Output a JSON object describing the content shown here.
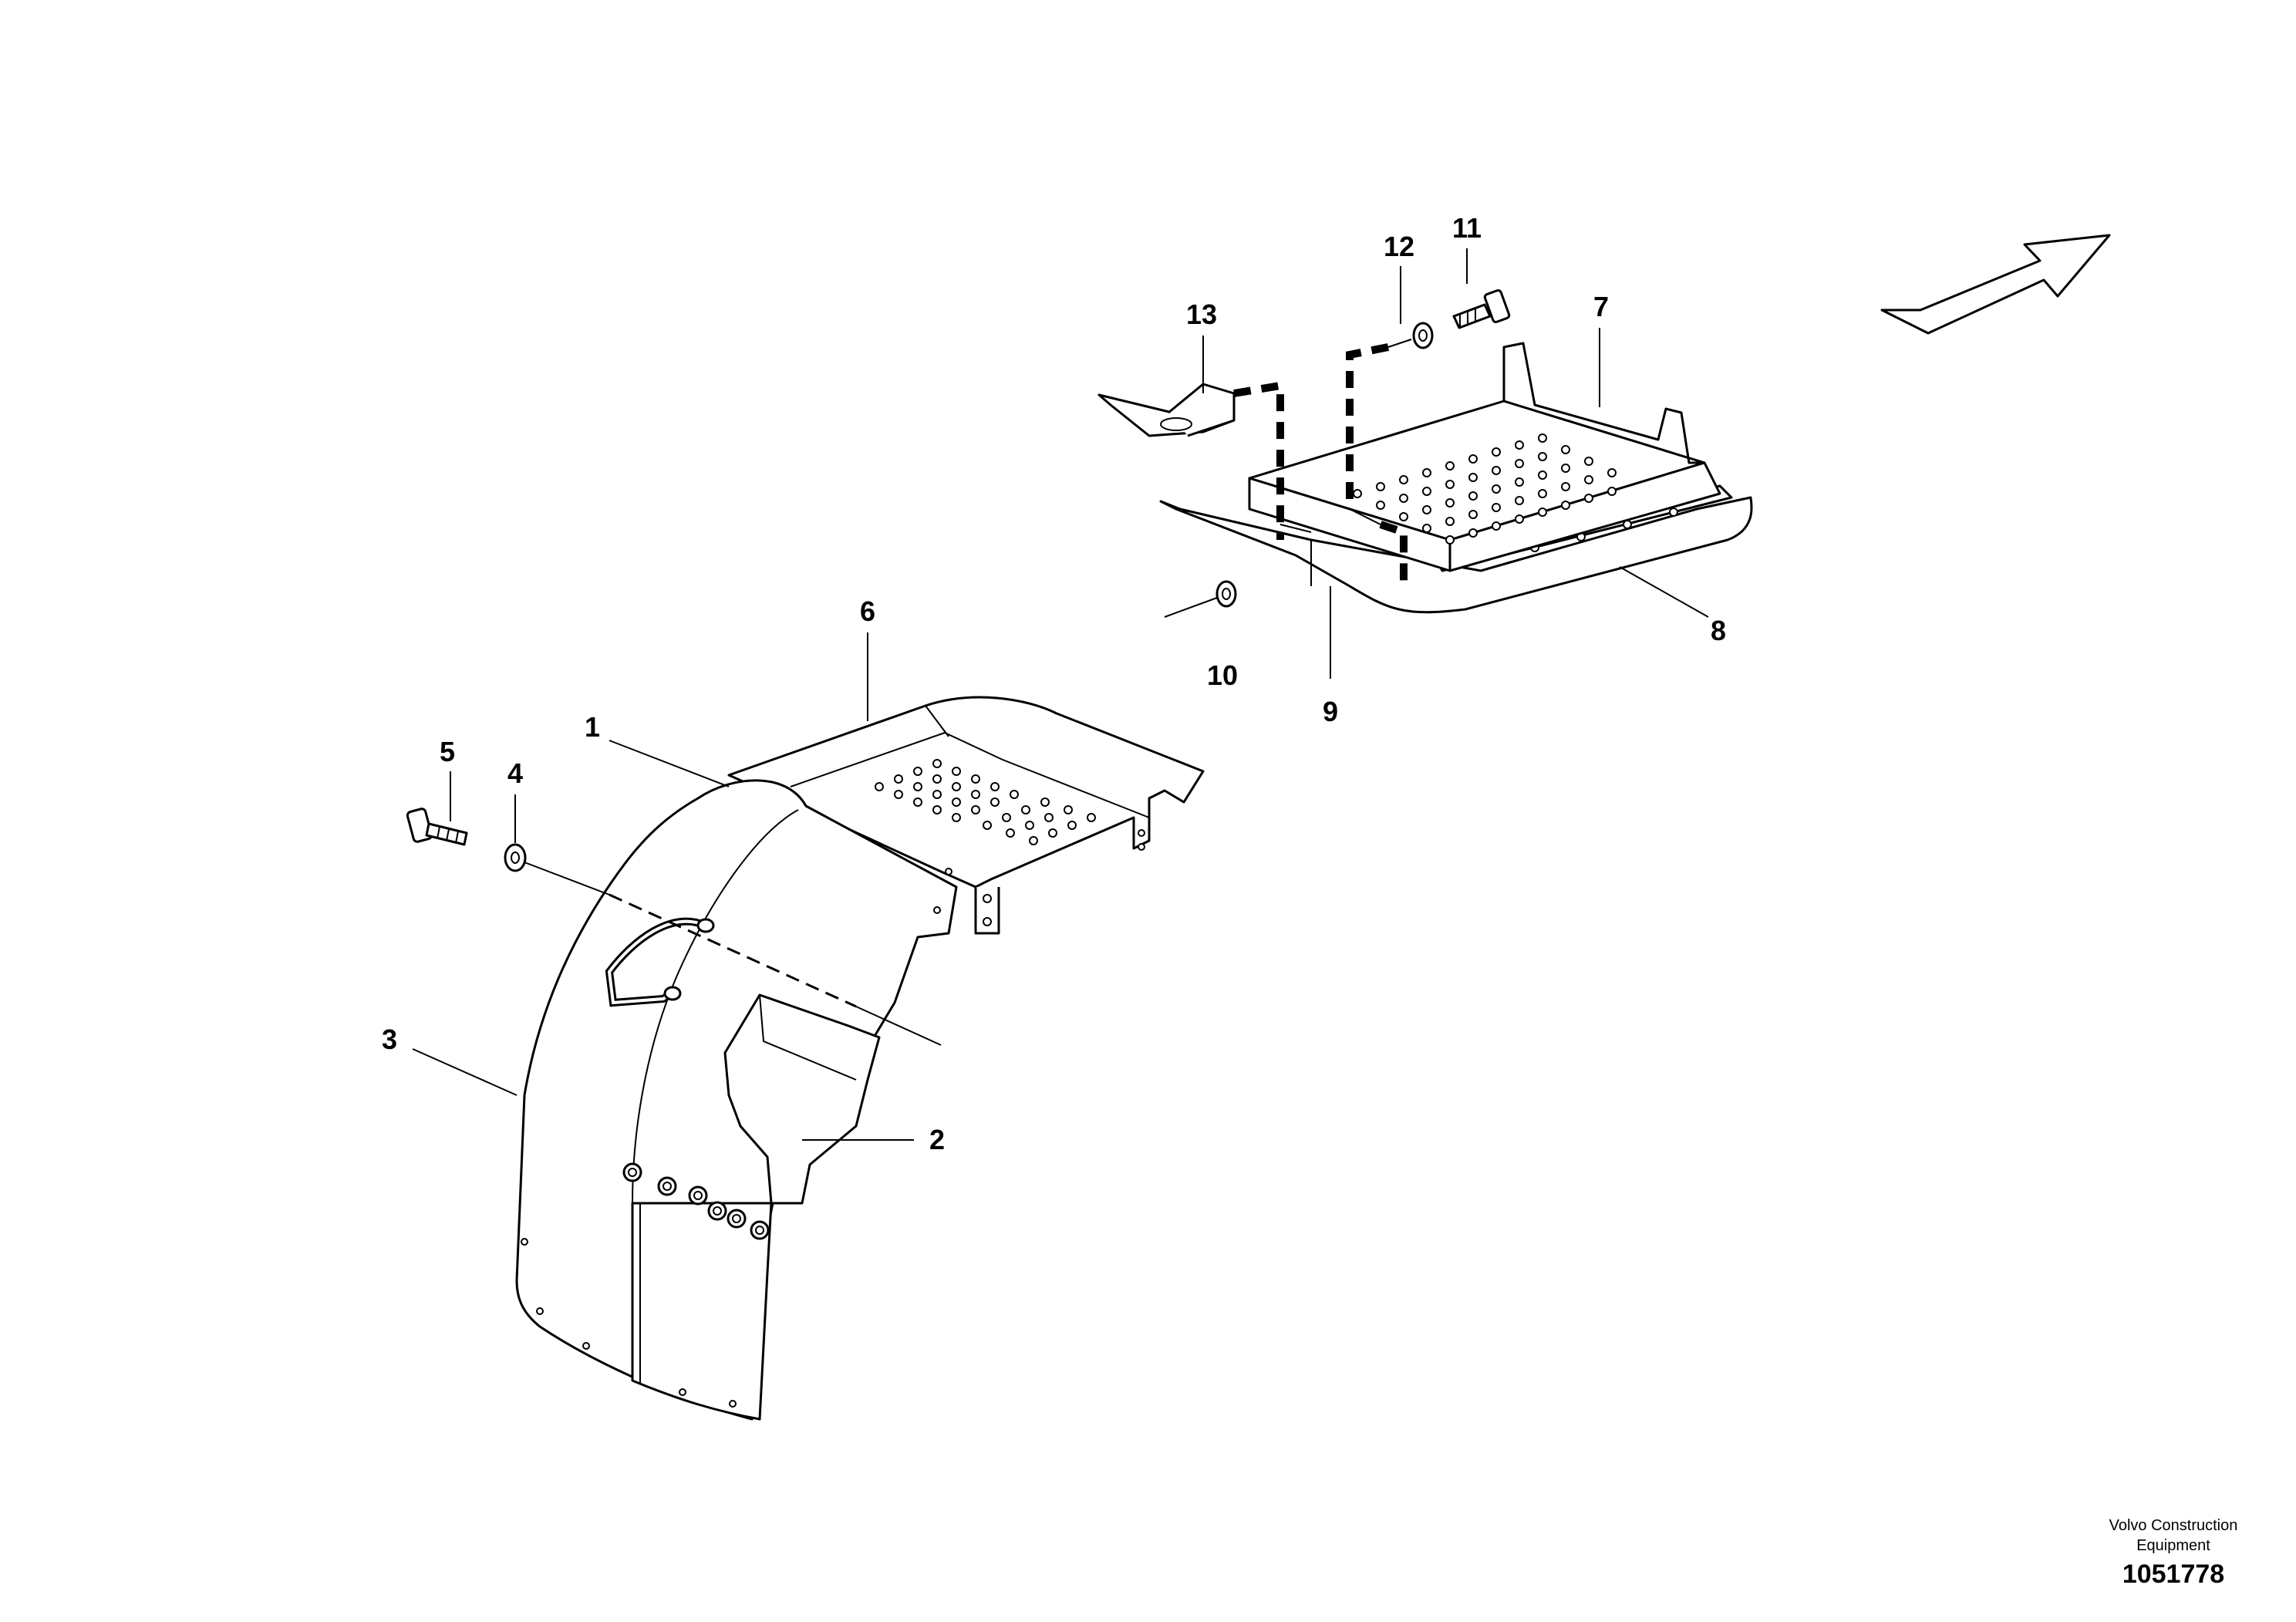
{
  "callouts": {
    "c1": "1",
    "c2": "2",
    "c3": "3",
    "c4": "4",
    "c5": "5",
    "c6": "6",
    "c7": "7",
    "c8": "8",
    "c9": "9",
    "c10": "10",
    "c11": "11",
    "c12": "12",
    "c13": "13"
  },
  "footer": {
    "company_line1": "Volvo Construction",
    "company_line2": "Equipment",
    "drawing_number": "1051778"
  },
  "direction_icon": "arrow-icon"
}
